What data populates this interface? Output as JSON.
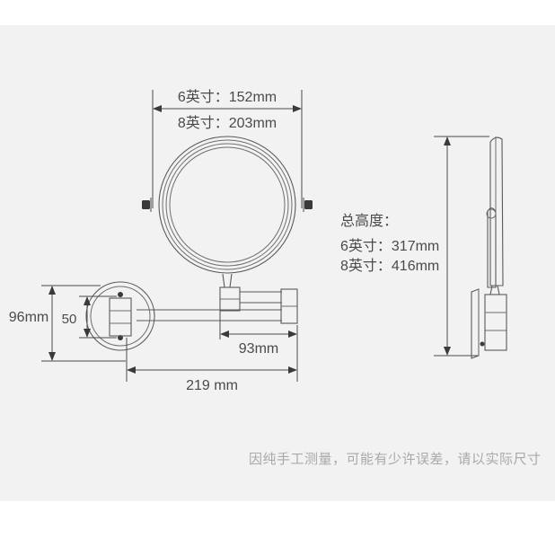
{
  "document": {
    "type": "product-dimension-diagram",
    "subject": "wall-mounted extendable double-sided makeup mirror"
  },
  "front_view": {
    "diameter_label_line1": "6英寸：152mm",
    "diameter_label_line2": "8英寸：203mm",
    "arm_reach_label": "93mm",
    "total_extension_label": "219 mm",
    "bracket_height_label": "96mm",
    "hinge_spacing_label": "50"
  },
  "notes": {
    "total_height_title": "总高度：",
    "total_height_line1": "6英寸：317mm",
    "total_height_line2": "8英寸：416mm"
  },
  "side_view": {
    "height_dimension_present": true
  },
  "disclaimer": {
    "text": "因纯手工测量，可能有少许误差，请以实际尺寸"
  },
  "colors": {
    "background": "#f2f2f2",
    "page": "#ffffff",
    "line": "#5a5a5a",
    "dimension": "#4a4a4a",
    "disclaimer_text": "#a9a9a9",
    "solid_part": "#3a3a3a"
  }
}
